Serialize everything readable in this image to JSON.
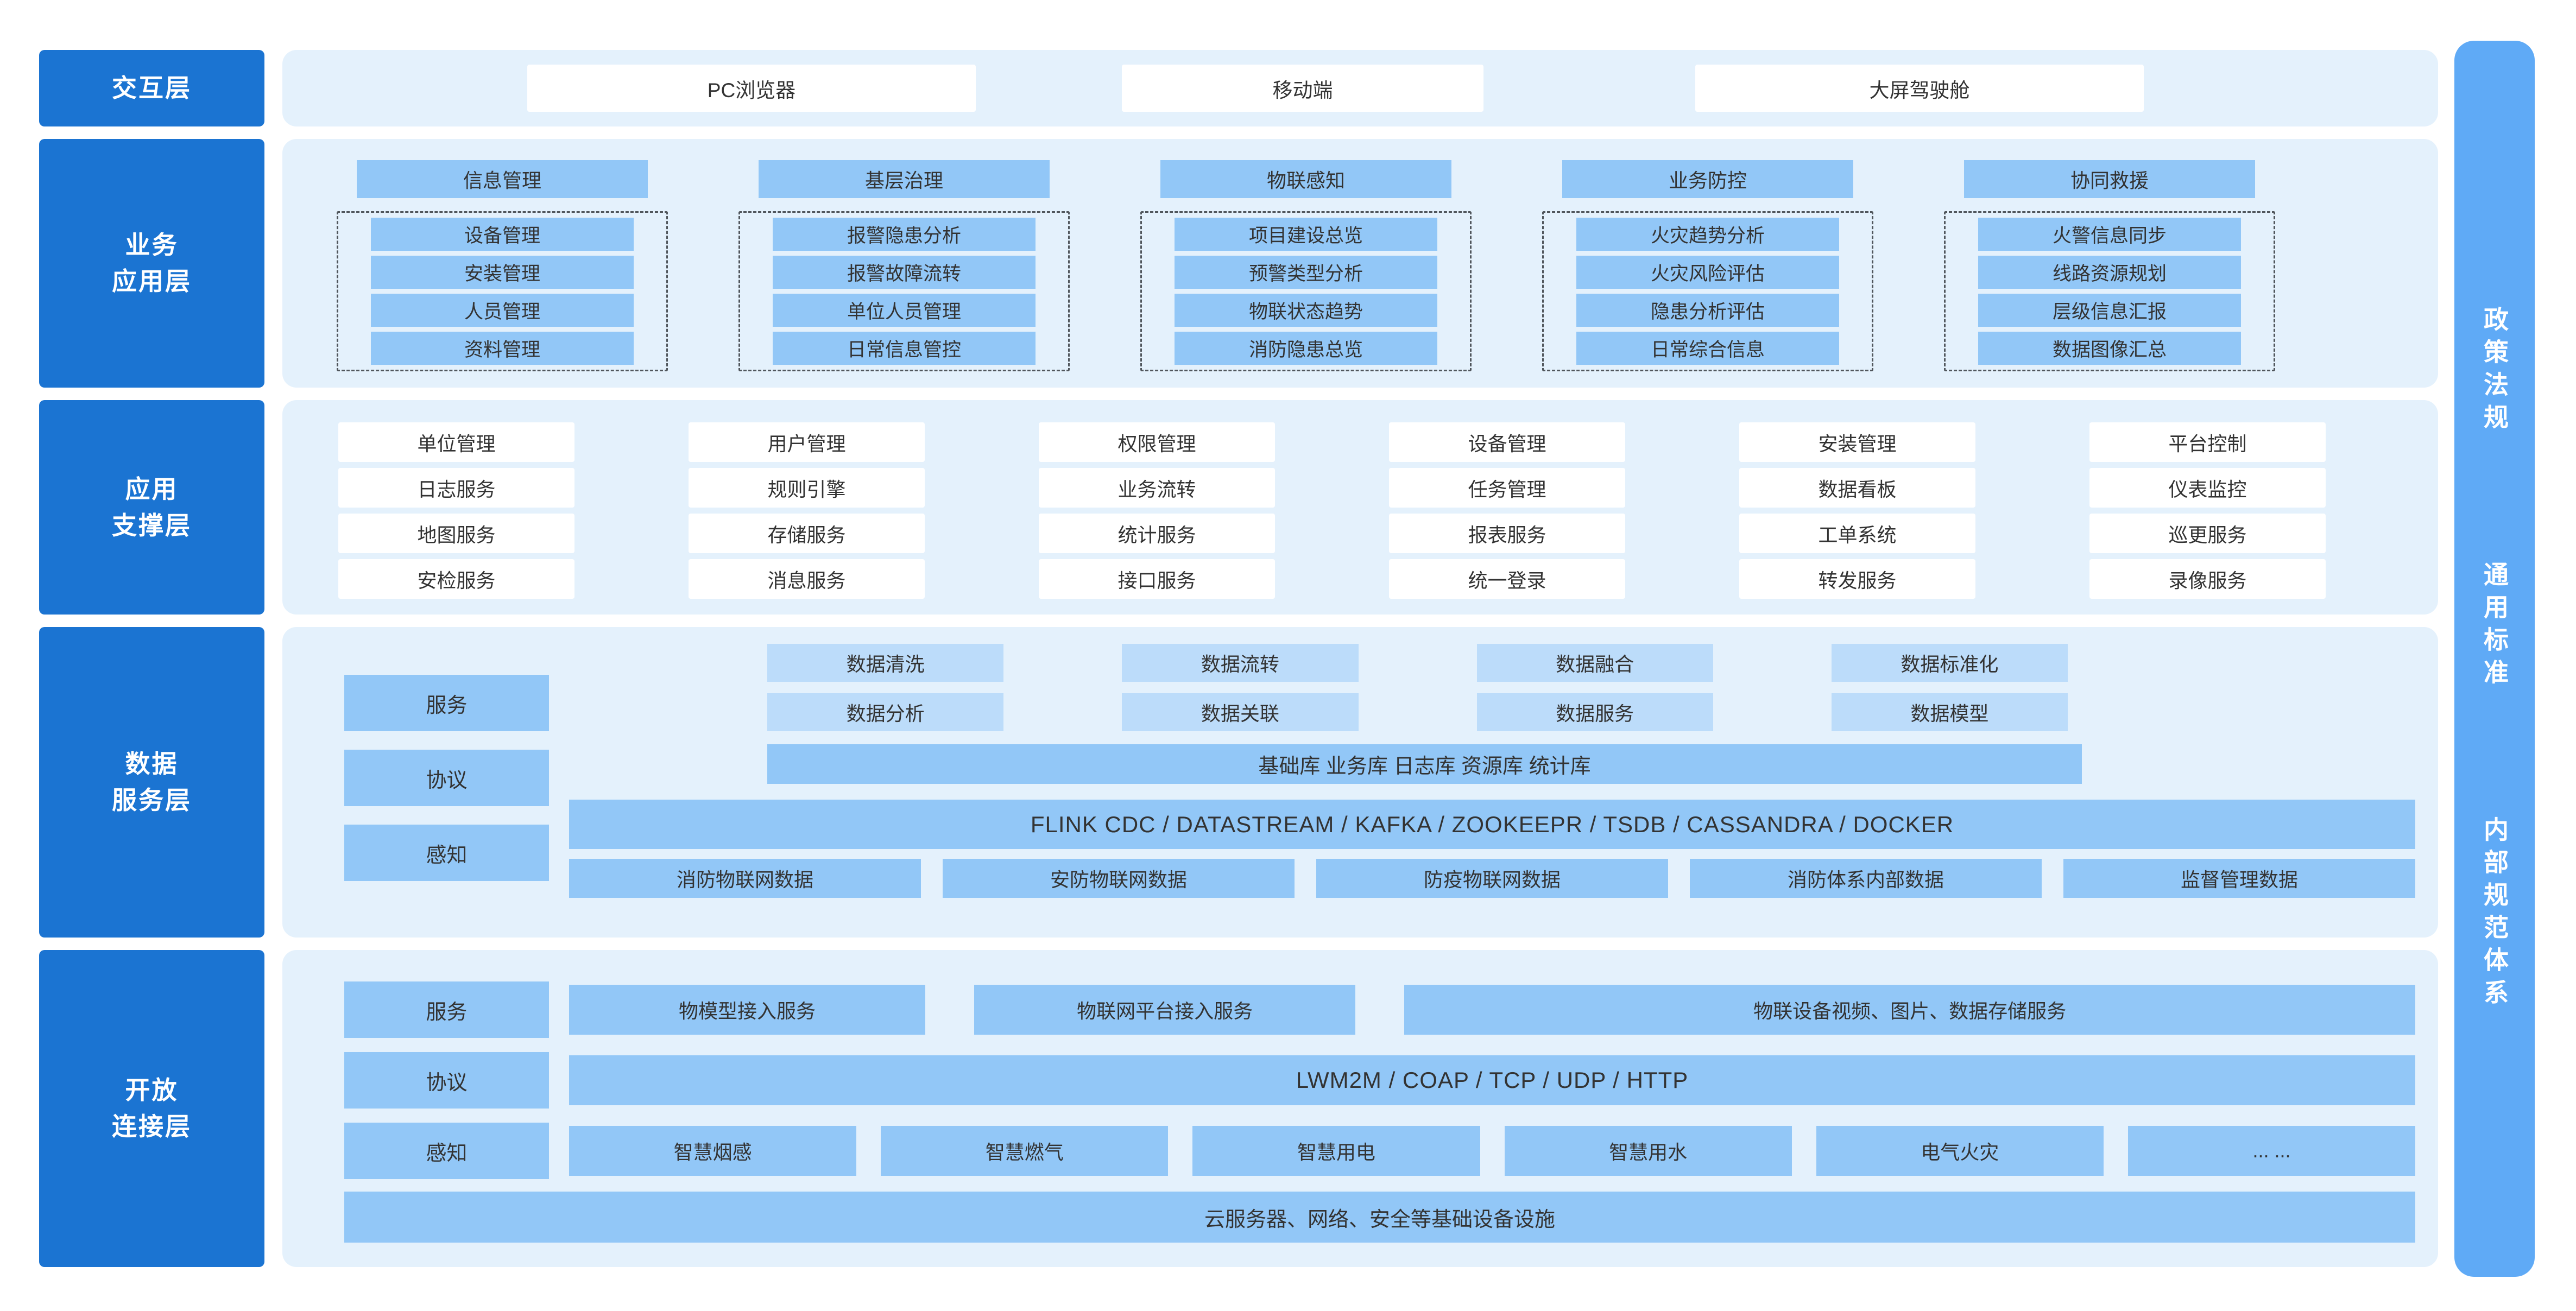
{
  "colors": {
    "layer_label_blue": "#1b74d2",
    "panel_light_blue": "#e4f1fc",
    "box_medium_blue": "#92c7f7",
    "box_light_blue": "#bcdcfa",
    "sidebar_blue": "#5faaf6",
    "white_box": "#ffffff",
    "text_dark": "#333333"
  },
  "layers": {
    "interaction": {
      "label_lines": [
        "交互层"
      ],
      "items": [
        "PC浏览器",
        "移动端",
        "大屏驾驶舱"
      ]
    },
    "business": {
      "label_lines": [
        "业务",
        "应用层"
      ],
      "columns": [
        {
          "header": "信息管理",
          "items": [
            "设备管理",
            "安装管理",
            "人员管理",
            "资料管理"
          ]
        },
        {
          "header": "基层治理",
          "items": [
            "报警隐患分析",
            "报警故障流转",
            "单位人员管理",
            "日常信息管控"
          ]
        },
        {
          "header": "物联感知",
          "items": [
            "项目建设总览",
            "预警类型分析",
            "物联状态趋势",
            "消防隐患总览"
          ]
        },
        {
          "header": "业务防控",
          "items": [
            "火灾趋势分析",
            "火灾风险评估",
            "隐患分析评估",
            "日常综合信息"
          ]
        },
        {
          "header": "协同救援",
          "items": [
            "火警信息同步",
            "线路资源规划",
            "层级信息汇报",
            "数据图像汇总"
          ]
        }
      ]
    },
    "support": {
      "label_lines": [
        "应用",
        "支撑层"
      ],
      "rows": [
        [
          "单位管理",
          "用户管理",
          "权限管理",
          "设备管理",
          "安装管理",
          "平台控制"
        ],
        [
          "日志服务",
          "规则引擎",
          "业务流转",
          "任务管理",
          "数据看板",
          "仪表监控"
        ],
        [
          "地图服务",
          "存储服务",
          "统计服务",
          "报表服务",
          "工单系统",
          "巡更服务"
        ],
        [
          "安检服务",
          "消息服务",
          "接口服务",
          "统一登录",
          "转发服务",
          "录像服务"
        ]
      ]
    },
    "data": {
      "label_lines": [
        "数据",
        "服务层"
      ],
      "side": [
        "服务",
        "协议",
        "感知"
      ],
      "row1": [
        "数据清洗",
        "数据流转",
        "数据融合",
        "数据标准化"
      ],
      "row2": [
        "数据分析",
        "数据关联",
        "数据服务",
        "数据模型"
      ],
      "db_bar": "基础库 业务库 日志库 资源库 统计库",
      "tech_bar": "FLINK CDC / DATASTREAM / KAFKA / ZOOKEEPR / TSDB / CASSANDRA / DOCKER",
      "sources": [
        "消防物联网数据",
        "安防物联网数据",
        "防疫物联网数据",
        "消防体系内部数据",
        "监督管理数据"
      ]
    },
    "open": {
      "label_lines": [
        "开放",
        "连接层"
      ],
      "side": [
        "服务",
        "协议",
        "感知"
      ],
      "services": [
        "物模型接入服务",
        "物联网平台接入服务",
        "物联设备视频、图片、数据存储服务"
      ],
      "protocol_bar": "LWM2M / COAP / TCP / UDP / HTTP",
      "sense": [
        "智慧烟感",
        "智慧燃气",
        "智慧用电",
        "智慧用水",
        "电气火灾",
        "... ..."
      ],
      "infra_bar": "云服务器、网络、安全等基础设备设施"
    }
  },
  "sidebar": {
    "items": [
      "政策法规",
      "通用标准",
      "内部规范体系"
    ]
  }
}
